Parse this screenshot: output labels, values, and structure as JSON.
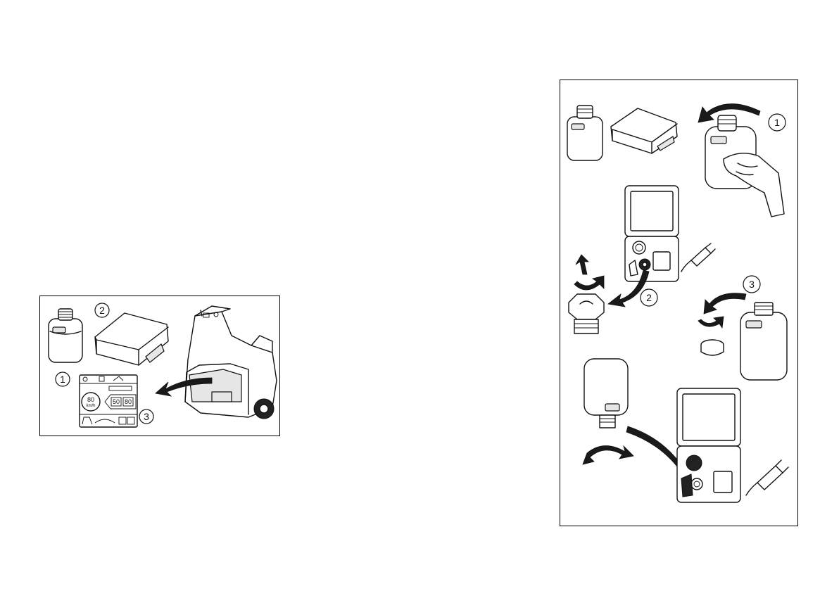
{
  "figure_left": {
    "callouts": [
      "1",
      "2",
      "3"
    ],
    "label": {
      "speed": "80",
      "speed_unit": "km/h",
      "pressure_front": "50",
      "pressure_rear": "80"
    }
  },
  "figure_right": {
    "callouts": [
      "1",
      "2",
      "3"
    ]
  }
}
